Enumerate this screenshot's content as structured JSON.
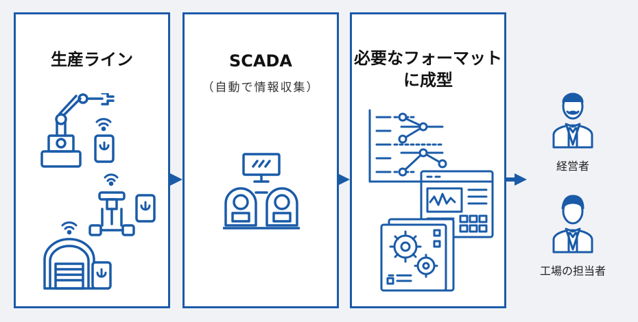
{
  "stages": {
    "production": {
      "title": "生産ライン"
    },
    "scada": {
      "title": "SCADA",
      "subtitle": "（自動で情報収集）"
    },
    "format": {
      "title_line1": "必要なフォーマット",
      "title_line2": "に成型"
    }
  },
  "recipients": [
    {
      "label": "経営者"
    },
    {
      "label": "工場の担当者"
    }
  ],
  "colors": {
    "accent": "#1a5ba8",
    "background": "#f1f2f6",
    "panel": "#ffffff"
  }
}
